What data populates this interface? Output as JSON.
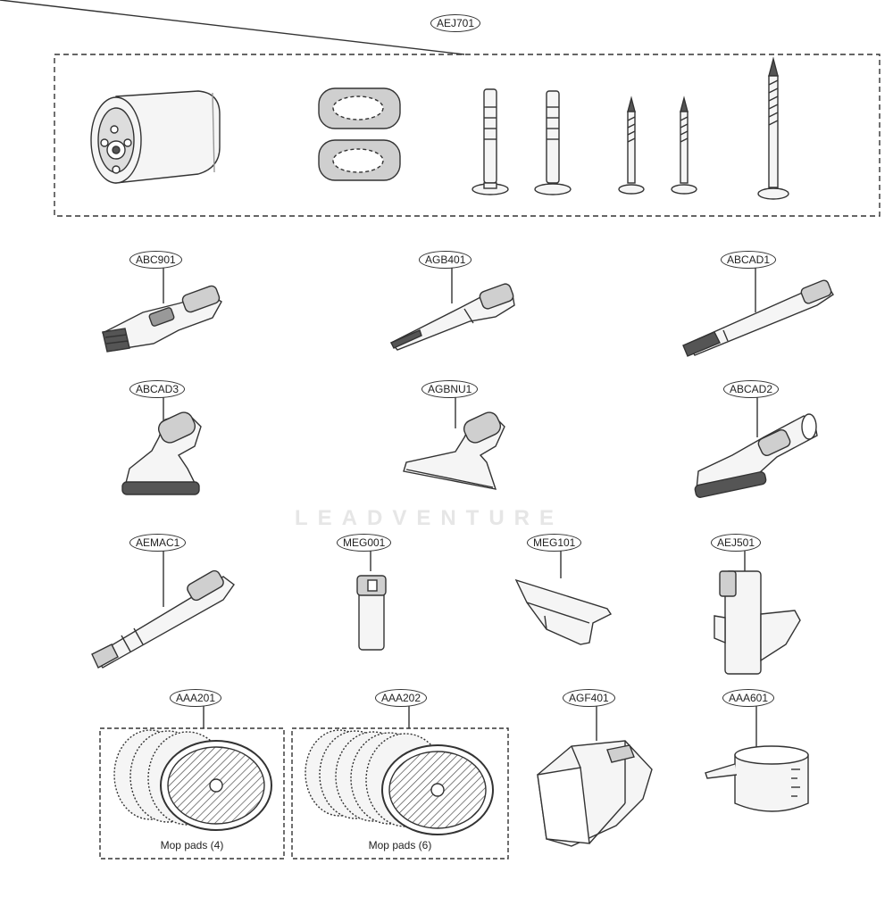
{
  "parts": {
    "AEJ701": "AEJ701",
    "ABC901": "ABC901",
    "AGB401": "AGB401",
    "ABCAD1": "ABCAD1",
    "ABCAD3": "ABCAD3",
    "AGBNU1": "AGBNU1",
    "ABCAD2": "ABCAD2",
    "AEMAC1": "AEMAC1",
    "MEG001": "MEG001",
    "MEG101": "MEG101",
    "AEJ501": "AEJ501",
    "AAA201": "AAA201",
    "AAA202": "AAA202",
    "AGF401": "AGF401",
    "AAA601": "AAA601"
  },
  "captions": {
    "mop_pads_4": "Mop pads (4)",
    "mop_pads_6": "Mop pads (6)"
  },
  "watermark": "LEADVENTURE",
  "colors": {
    "line": "#333333",
    "fill_light": "#f4f4f4",
    "fill_mid": "#cfcfcf",
    "fill_dark": "#555555"
  }
}
